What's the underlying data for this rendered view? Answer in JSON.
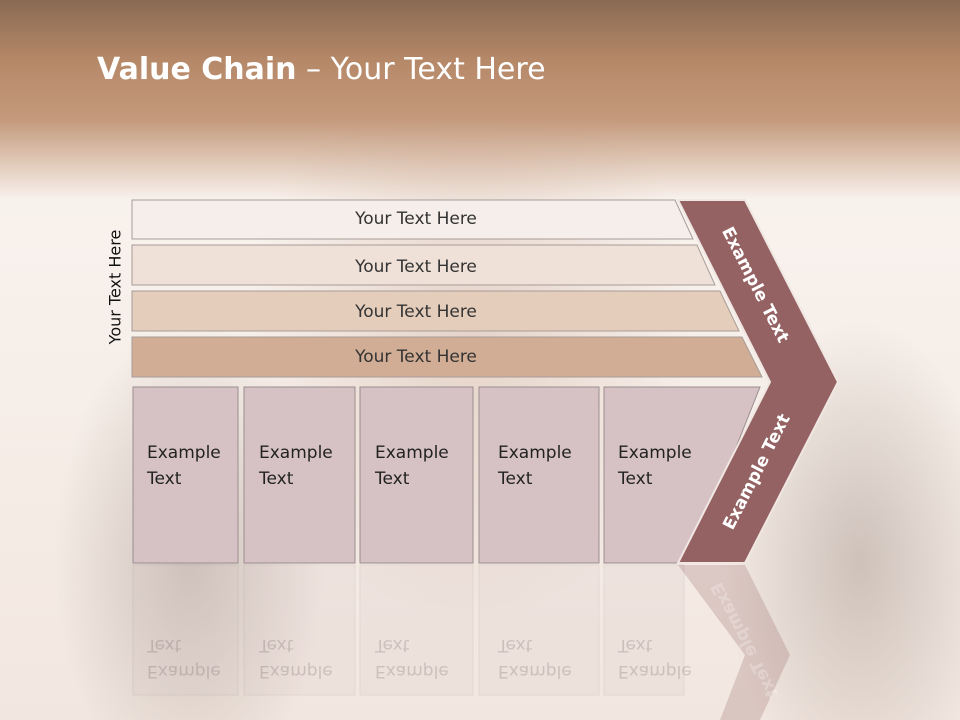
{
  "slide": {
    "title_bold": "Value Chain",
    "title_rest": " – Your Text Here",
    "side_label": "Your Text Here"
  },
  "bars": [
    {
      "label": "Your Text Here",
      "color": "#f5eeea"
    },
    {
      "label": "Your Text Here",
      "color": "#efe1d8"
    },
    {
      "label": "Your Text Here",
      "color": "#e5cdbb"
    },
    {
      "label": "Your Text Here",
      "color": "#d0ad94"
    }
  ],
  "boxes": [
    {
      "line1": "Example",
      "line2": "Text"
    },
    {
      "line1": "Example",
      "line2": "Text"
    },
    {
      "line1": "Example",
      "line2": "Text"
    },
    {
      "line1": "Example",
      "line2": "Text"
    },
    {
      "line1": "Example",
      "line2": "Text"
    }
  ],
  "chevron": {
    "upper_label": "Example Text",
    "lower_label": "Example Text",
    "color": "#956263"
  },
  "colors": {
    "box_fill": "#d6c2c4",
    "box_stroke": "#9b8e8f"
  }
}
